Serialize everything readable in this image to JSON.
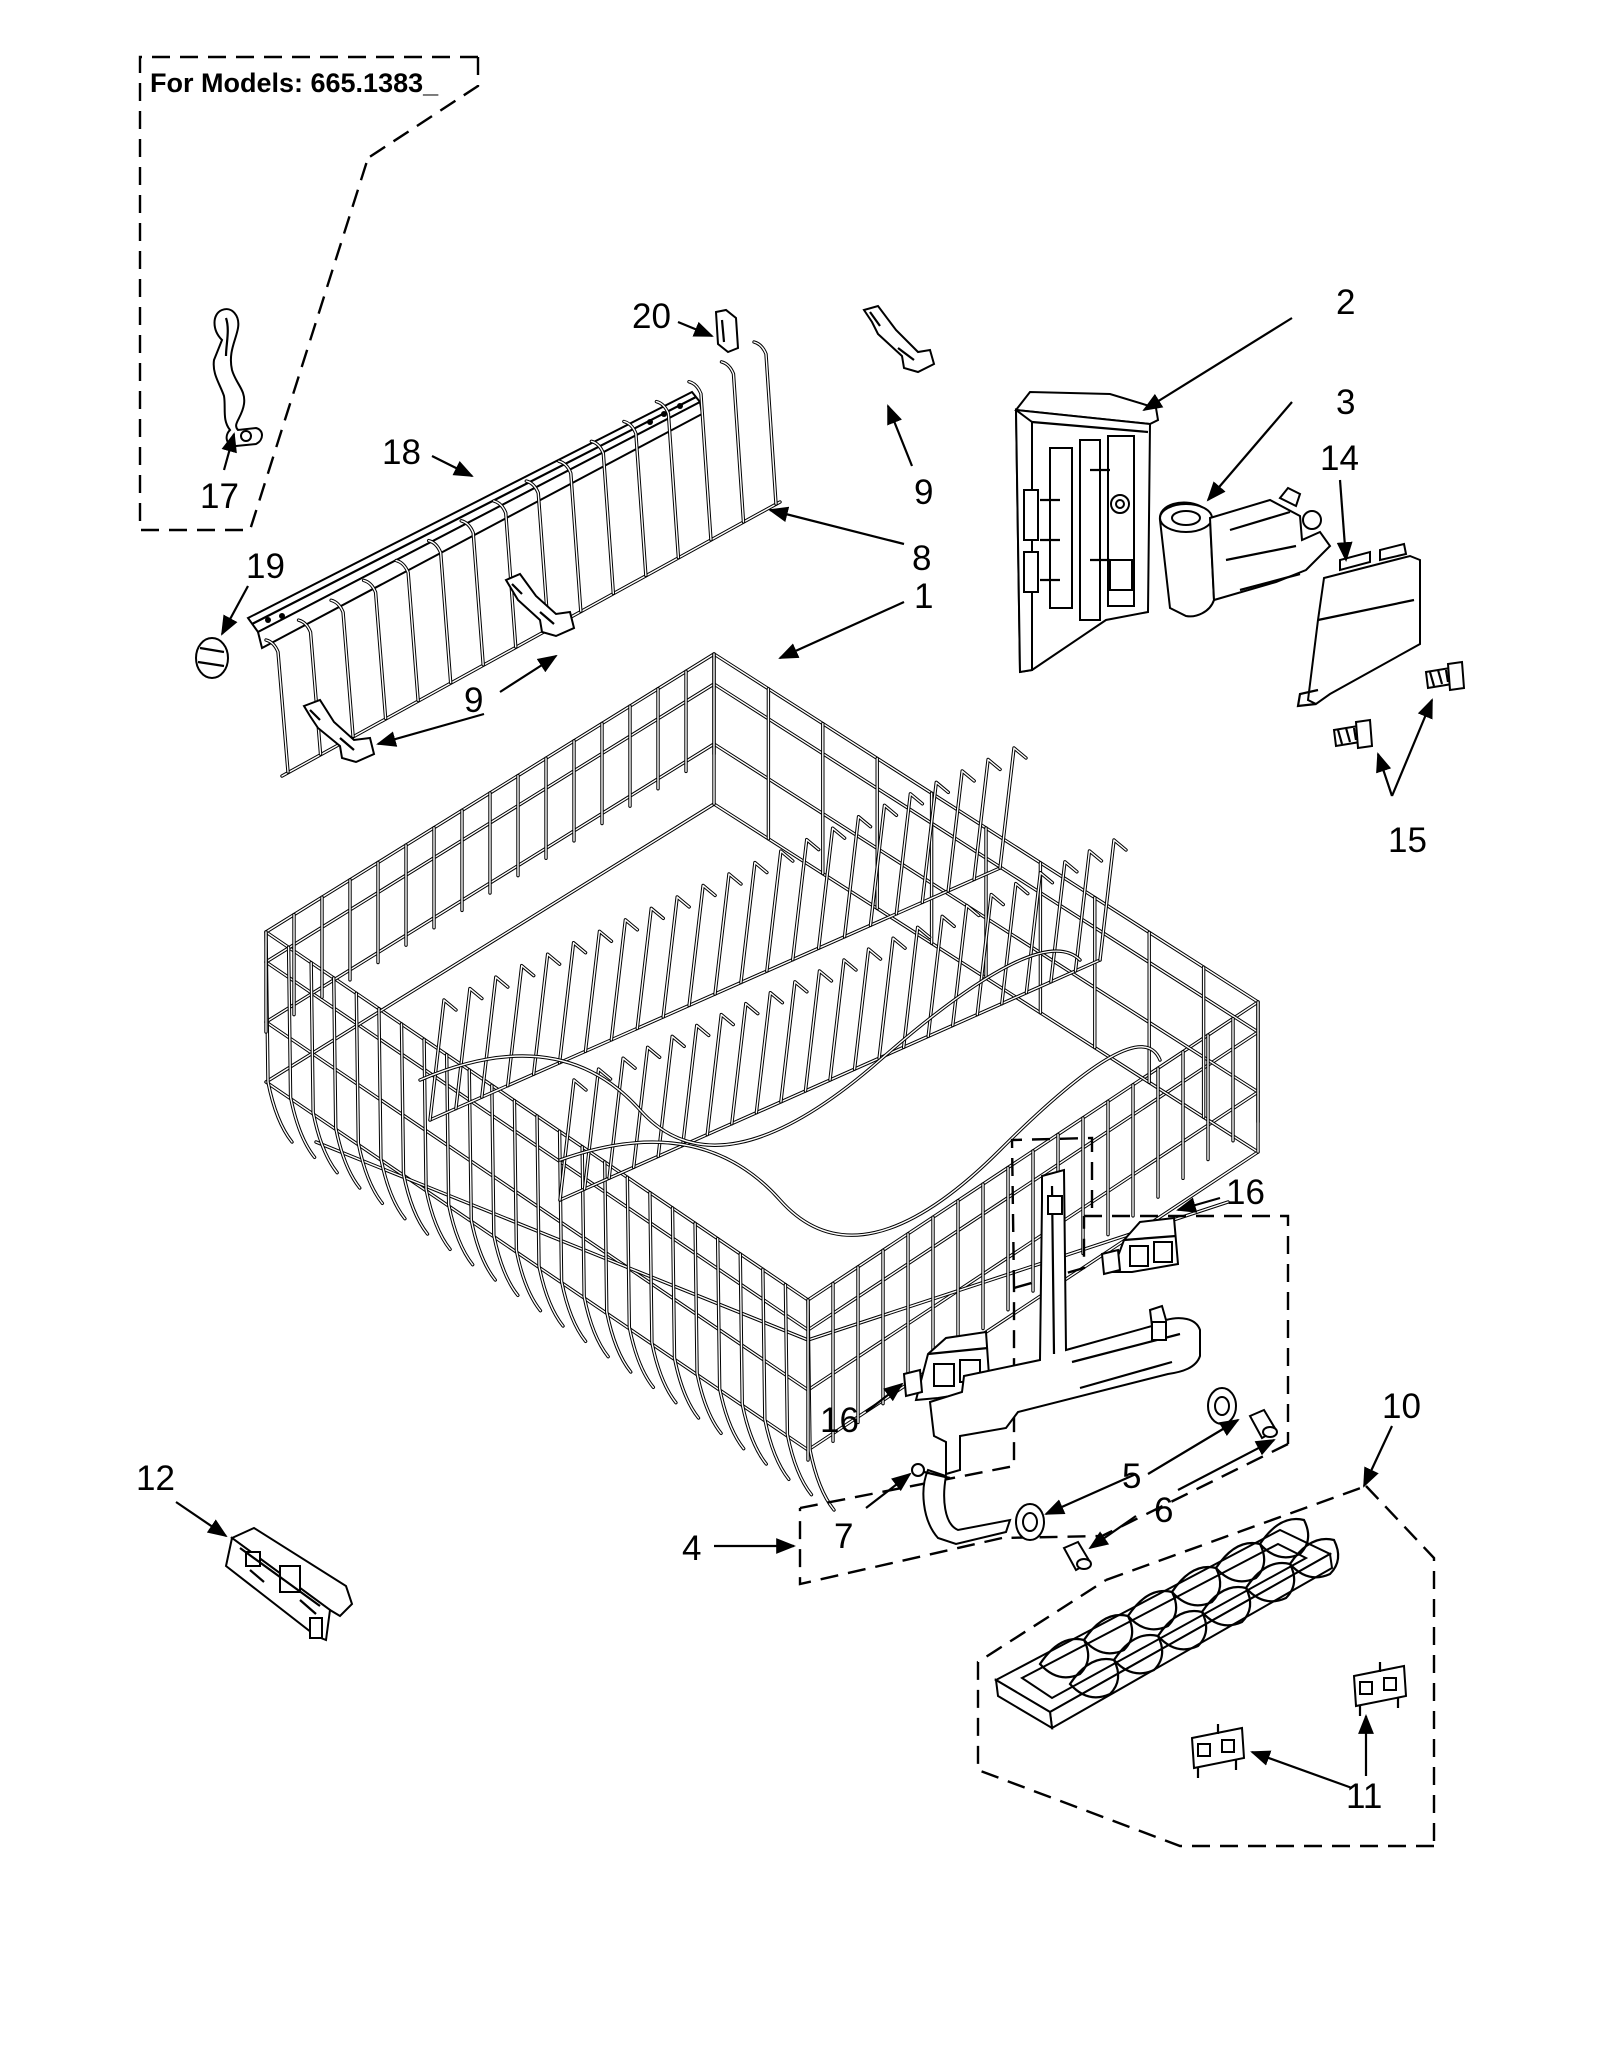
{
  "title": "For Models: 665.1383_",
  "callouts": [
    {
      "id": "c20",
      "text": "20"
    },
    {
      "id": "c2",
      "text": "2"
    },
    {
      "id": "c3",
      "text": "3"
    },
    {
      "id": "c14",
      "text": "14"
    },
    {
      "id": "c18",
      "text": "18"
    },
    {
      "id": "c17",
      "text": "17"
    },
    {
      "id": "c9a",
      "text": "9"
    },
    {
      "id": "c19",
      "text": "19"
    },
    {
      "id": "c8",
      "text": "8"
    },
    {
      "id": "c1",
      "text": "1"
    },
    {
      "id": "c9b",
      "text": "9"
    },
    {
      "id": "c15",
      "text": "15"
    },
    {
      "id": "c16a",
      "text": "16"
    },
    {
      "id": "c16b",
      "text": "16"
    },
    {
      "id": "c10",
      "text": "10"
    },
    {
      "id": "c12",
      "text": "12"
    },
    {
      "id": "c5",
      "text": "5"
    },
    {
      "id": "c6",
      "text": "6"
    },
    {
      "id": "c7",
      "text": "7"
    },
    {
      "id": "c4",
      "text": "4"
    },
    {
      "id": "c11",
      "text": "11"
    }
  ]
}
